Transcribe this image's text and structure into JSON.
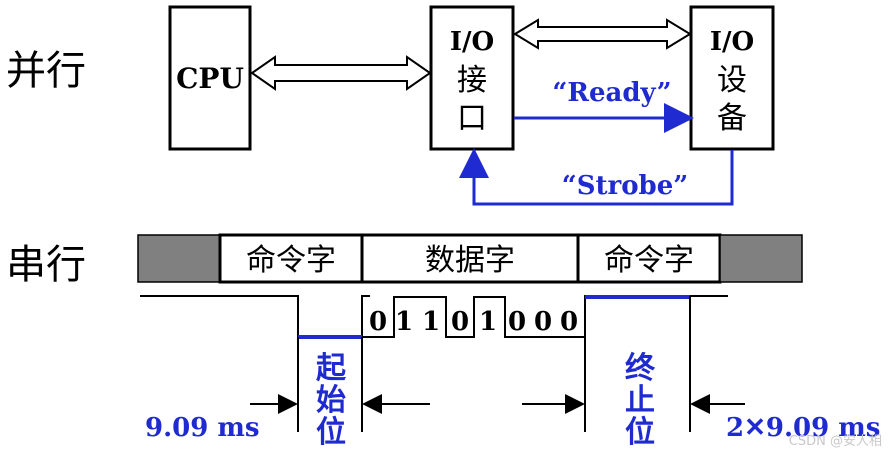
{
  "labels": {
    "parallel": "并行",
    "serial": "串行"
  },
  "parallel": {
    "cpu_label": "CPU",
    "interface_line1": "I/O",
    "interface_line2": "接",
    "interface_line3": "口",
    "device_line1": "I/O",
    "device_line2": "设",
    "device_line3": "备",
    "ready_signal": "“Ready”",
    "strobe_signal": "“Strobe”"
  },
  "serial": {
    "frame_fields": [
      "命令字",
      "数据字",
      "命令字"
    ],
    "data_bits": [
      "0",
      "1",
      "1",
      "0",
      "1",
      "0",
      "0",
      "0"
    ],
    "start_bit_chars": [
      "起",
      "始",
      "位"
    ],
    "stop_bit_chars": [
      "终",
      "止",
      "位"
    ],
    "start_bit_duration": "9.09 ms",
    "stop_bit_duration": "2✕9.09 ms"
  },
  "watermark": "CSDN @安人相"
}
